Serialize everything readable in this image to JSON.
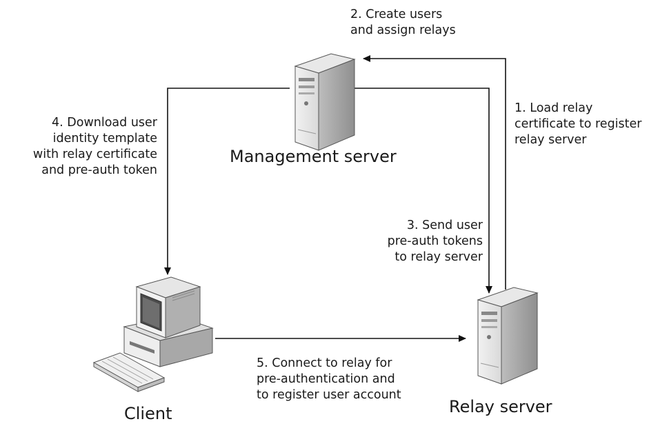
{
  "nodes": {
    "management": "Management server",
    "relay": "Relay server",
    "client": "Client"
  },
  "steps": {
    "step1": [
      "1. Load relay",
      "certificate to register",
      "relay server"
    ],
    "step2": [
      "2. Create users",
      "and assign relays"
    ],
    "step3": [
      "3. Send user",
      "pre-auth tokens",
      "to relay server"
    ],
    "step4": [
      "4. Download user",
      "identity template",
      "with relay certificate",
      "and pre-auth token"
    ],
    "step5": [
      "5. Connect to relay for",
      "pre-authentication and",
      "to register user account"
    ]
  }
}
